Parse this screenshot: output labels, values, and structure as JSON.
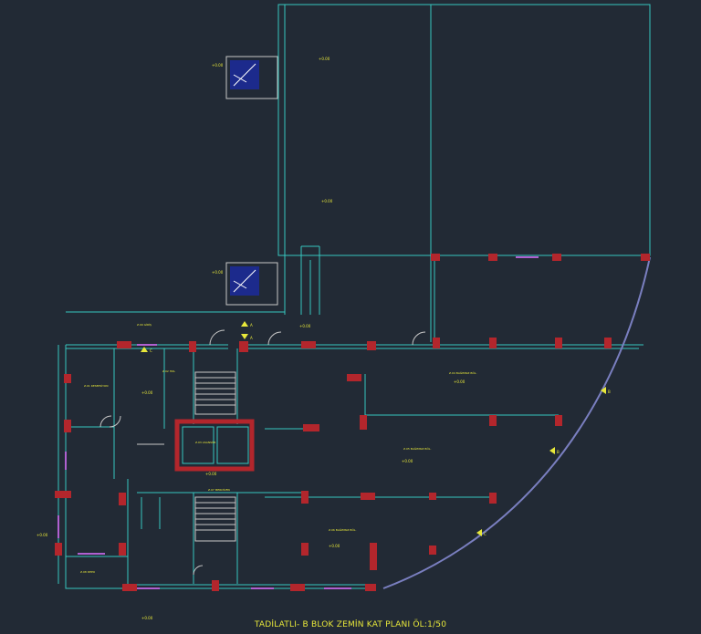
{
  "title": "TADİLATLI- B BLOK ZEMİN KAT PLANI ÖL:1/50",
  "colors": {
    "background": "#222a35",
    "wall_line": "#37c7c0",
    "column": "#b3262c",
    "glazing": "#b060d0",
    "text": "#e8e83a",
    "curtain_wall": "#7a7fc0",
    "shaft_fill": "#1c2a8c"
  },
  "spot_levels": [
    "+0.00",
    "+0.00",
    "+0.00",
    "+0.00",
    "+0.00",
    "+0.00",
    "+0.00",
    "+0.00",
    "+0.00",
    "+0.00",
    "+0.00",
    "+0.00"
  ],
  "room_labels": [
    "Z.01 RESEPSİYON",
    "Z.02 HOL",
    "Z.03 ASANSÖR",
    "Z.04 BAĞIMSIZ BÖL.",
    "Z.05 BAĞIMSIZ BÖL.",
    "Z.06 BAĞIMSIZ BÖL.",
    "Z.07 MERDİVEN",
    "Z.08 DEPO",
    "Z.09 GİRİŞ"
  ],
  "section_marks": [
    "A",
    "A",
    "B",
    "B",
    "C",
    "C"
  ]
}
